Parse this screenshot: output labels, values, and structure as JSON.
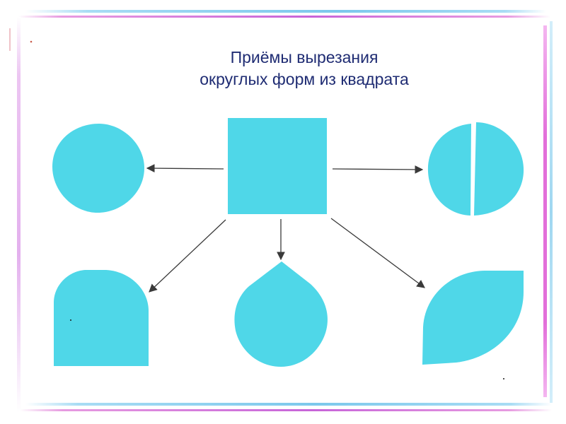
{
  "title": {
    "line1": "Приёмы вырезания",
    "line2": "округлых форм из квадрата"
  },
  "colors": {
    "shape_fill": "#4fd7e8",
    "arrow": "#3a3a3a",
    "title_text": "#1f2c73",
    "frame_blue": "#7cc8ec",
    "frame_magenta": "#c764d8"
  },
  "shapes": [
    {
      "name": "square",
      "role": "source"
    },
    {
      "name": "circle",
      "role": "result"
    },
    {
      "name": "split-circle",
      "role": "result"
    },
    {
      "name": "arch",
      "role": "result"
    },
    {
      "name": "drop",
      "role": "result"
    },
    {
      "name": "leaf",
      "role": "result"
    }
  ]
}
